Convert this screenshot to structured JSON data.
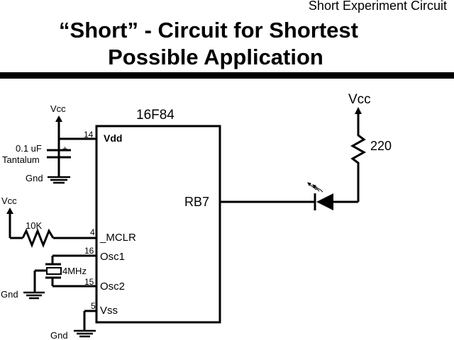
{
  "header": {
    "subtitle": "Short Experiment Circuit",
    "title_line1": "“Short” - Circuit for Shortest",
    "title_line2": "Possible Application"
  },
  "chip": {
    "name": "16F84",
    "pins": [
      {
        "number": "14",
        "label": "Vdd"
      },
      {
        "number": "4",
        "label": "_MCLR"
      },
      {
        "number": "16",
        "label": "Osc1"
      },
      {
        "number": "15",
        "label": "Osc2"
      },
      {
        "number": "5",
        "label": "Vss"
      }
    ],
    "output_pin": "RB7"
  },
  "components": {
    "capacitor": {
      "value": "0.1 uF",
      "type": "Tantalum",
      "polarity": "+"
    },
    "resistor_mclr": {
      "value": "10K"
    },
    "crystal": {
      "value": "4MHz"
    },
    "resistor_led": {
      "value": "220"
    },
    "led": {
      "icon": "led-icon"
    }
  },
  "labels": {
    "vcc": "Vcc",
    "gnd": "Gnd"
  }
}
